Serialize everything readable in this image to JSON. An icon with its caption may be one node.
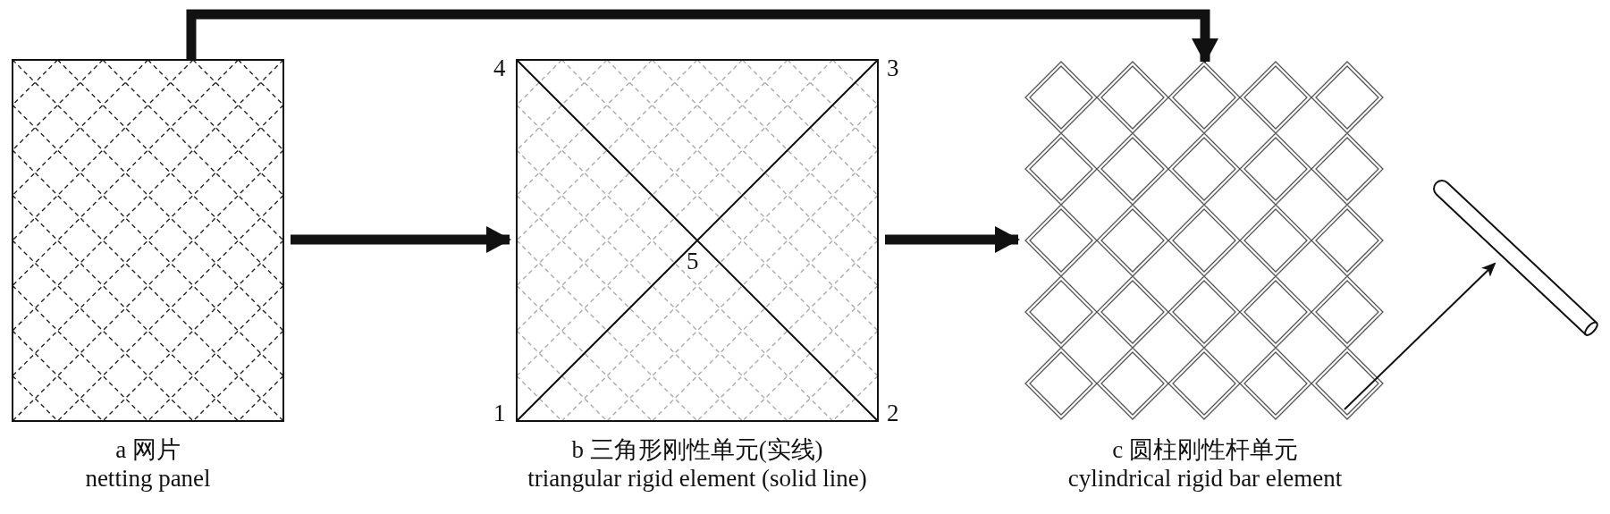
{
  "diagram": {
    "nodes": [
      {
        "text": [
          "a 网片",
          "netting panel"
        ]
      },
      {
        "text": [
          "b 三角形刚性单元(实线)",
          "triangular rigid element (solid line)"
        ]
      },
      {
        "text": [
          "c 圆柱刚性杆单元",
          "cylindrical rigid bar element"
        ]
      },
      {
        "text": [],
        "shape": "cylinder"
      }
    ],
    "edges": [
      {
        "from": 0,
        "to": 1,
        "arrow": "to"
      },
      {
        "from": 1,
        "to": 2,
        "arrow": "to"
      },
      {
        "from": 0,
        "to": 2,
        "arrow": "to"
      },
      {
        "from": 2,
        "to": 3,
        "arrow": "to"
      }
    ],
    "labels": [
      "4",
      "3",
      "5",
      "1",
      "2"
    ]
  }
}
